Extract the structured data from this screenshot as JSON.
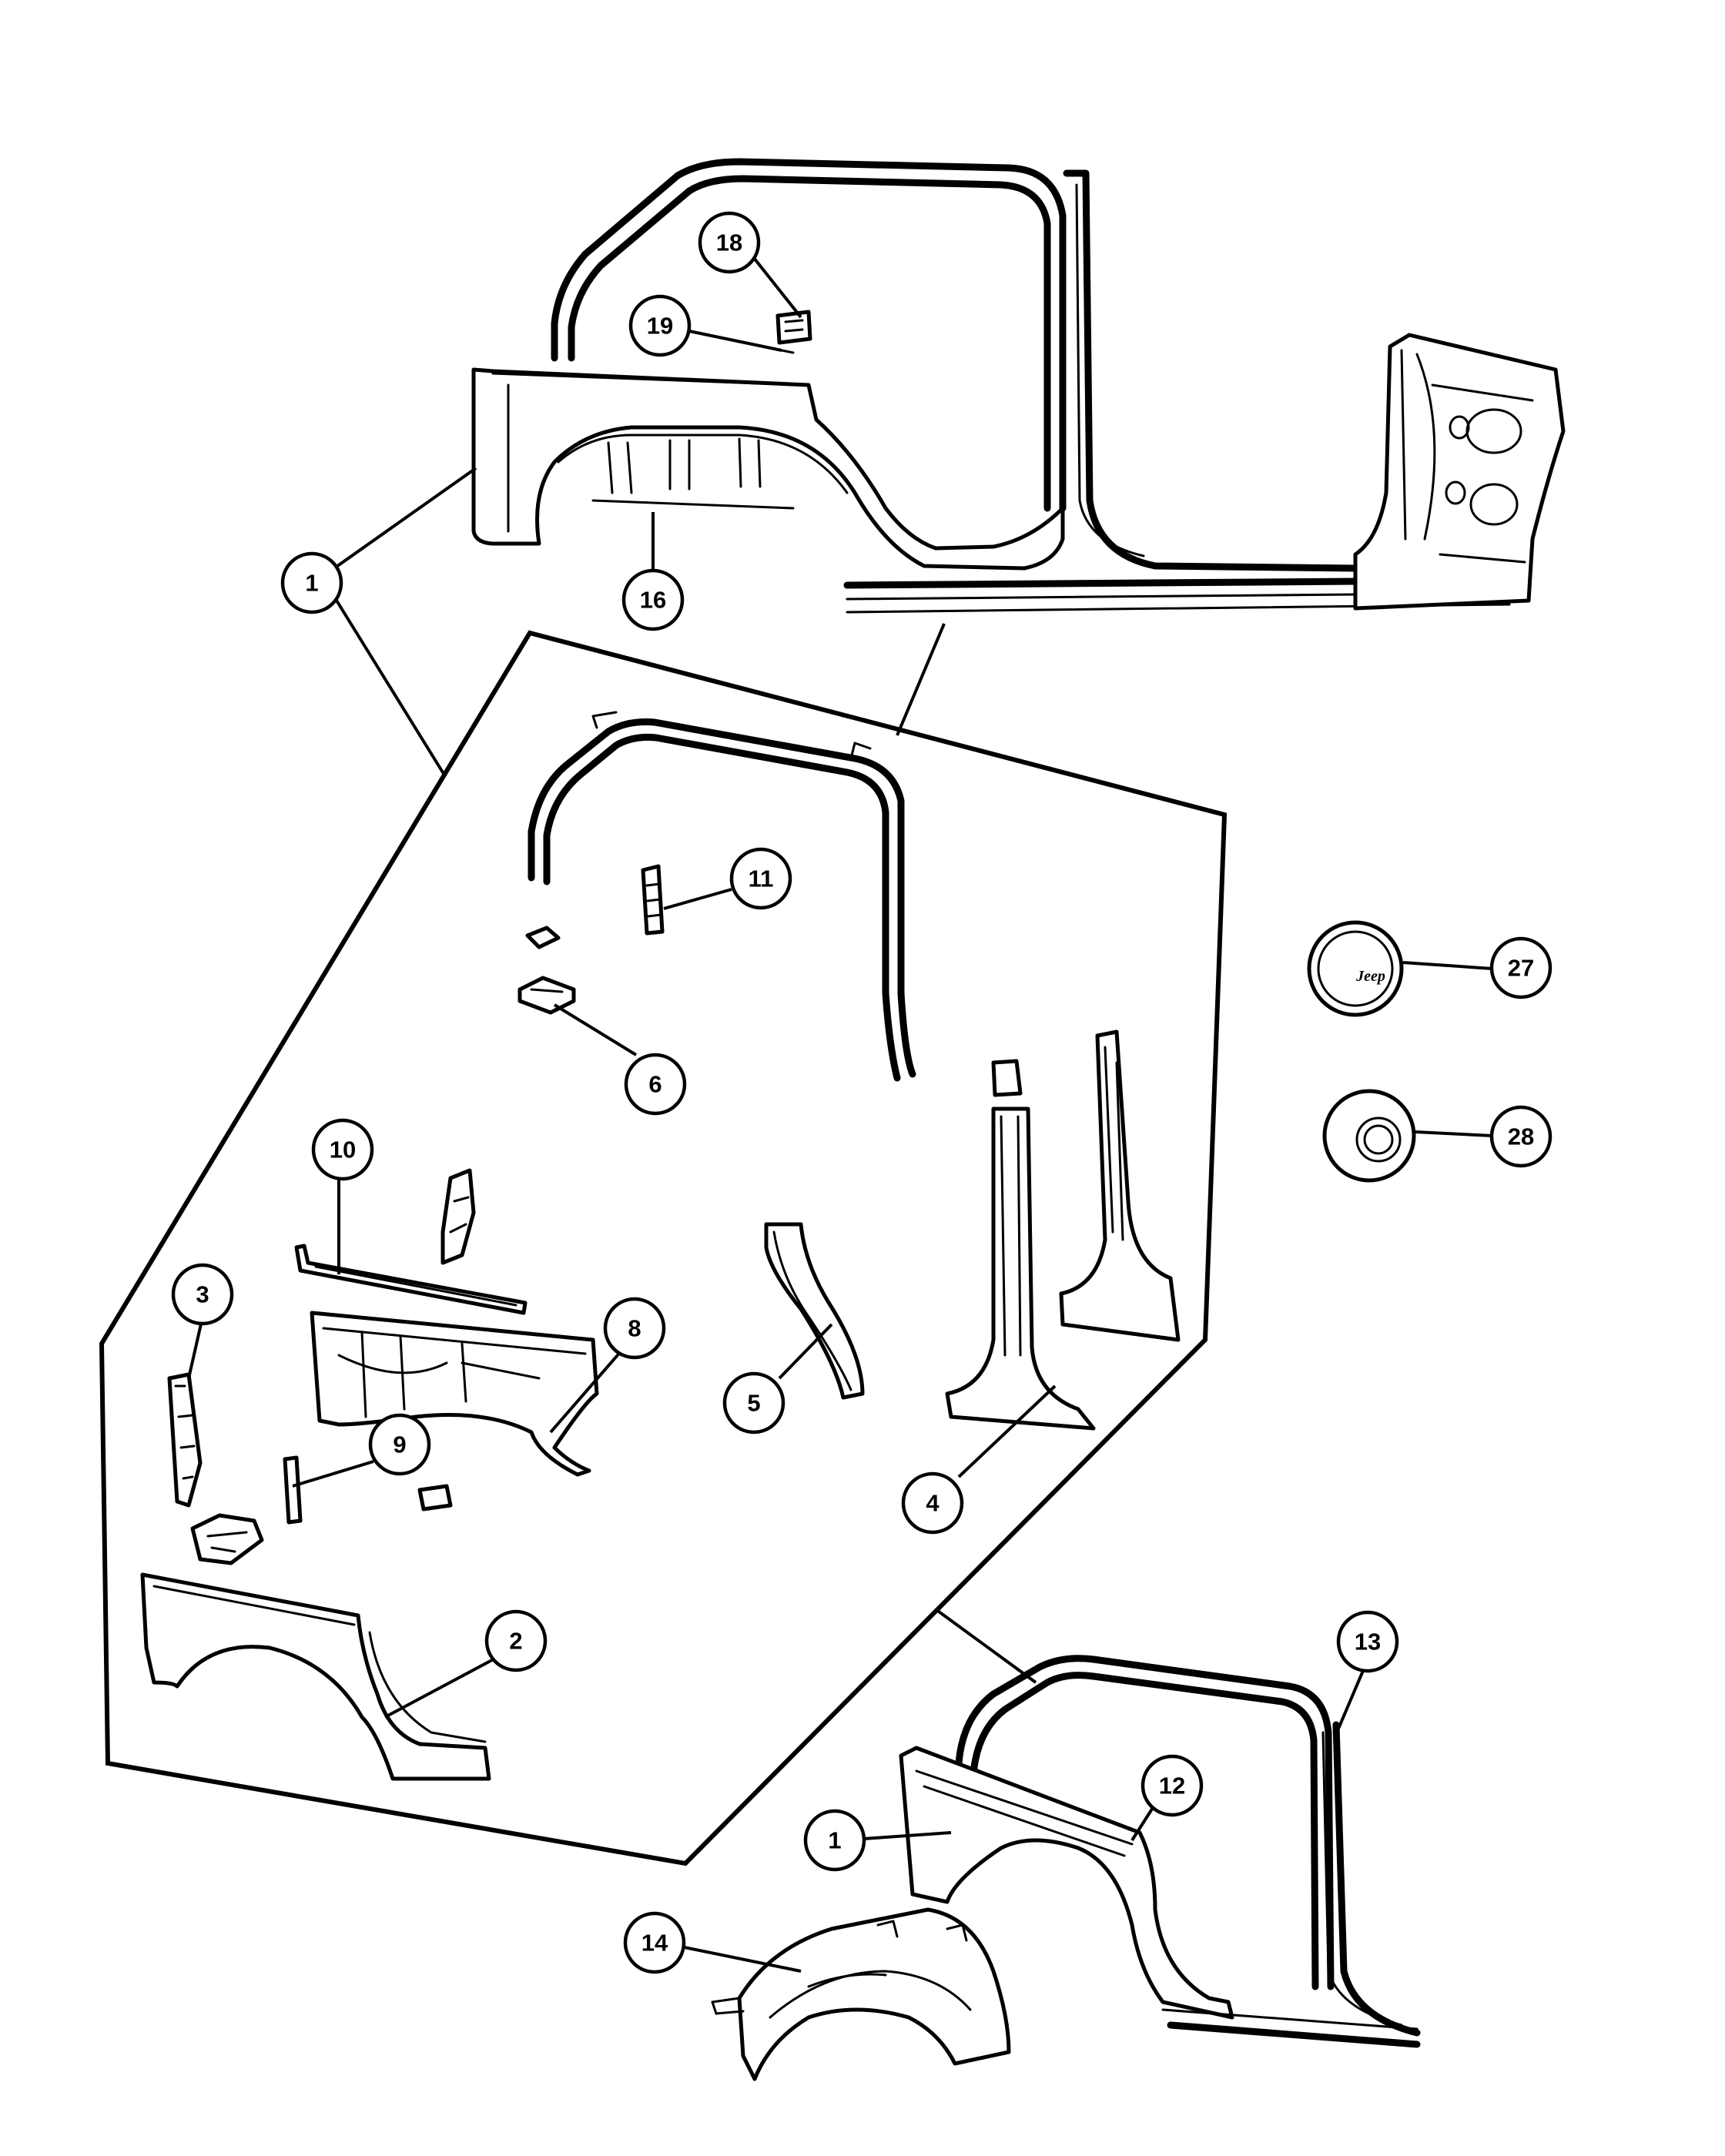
{
  "diagram": {
    "callouts": [
      {
        "id": "c-1-top",
        "label": "1"
      },
      {
        "id": "c-16",
        "label": "16"
      },
      {
        "id": "c-18",
        "label": "18"
      },
      {
        "id": "c-19",
        "label": "19"
      },
      {
        "id": "c-11",
        "label": "11"
      },
      {
        "id": "c-6",
        "label": "6"
      },
      {
        "id": "c-27",
        "label": "27"
      },
      {
        "id": "c-28",
        "label": "28"
      },
      {
        "id": "c-10",
        "label": "10"
      },
      {
        "id": "c-3",
        "label": "3"
      },
      {
        "id": "c-8",
        "label": "8"
      },
      {
        "id": "c-5",
        "label": "5"
      },
      {
        "id": "c-9",
        "label": "9"
      },
      {
        "id": "c-4",
        "label": "4"
      },
      {
        "id": "c-2",
        "label": "2"
      },
      {
        "id": "c-13",
        "label": "13"
      },
      {
        "id": "c-12",
        "label": "12"
      },
      {
        "id": "c-1-bottom",
        "label": "1"
      },
      {
        "id": "c-14",
        "label": "14"
      }
    ],
    "fuel_door_logo": "Jeep",
    "colors": {
      "line": "#000000",
      "background": "#ffffff"
    }
  }
}
